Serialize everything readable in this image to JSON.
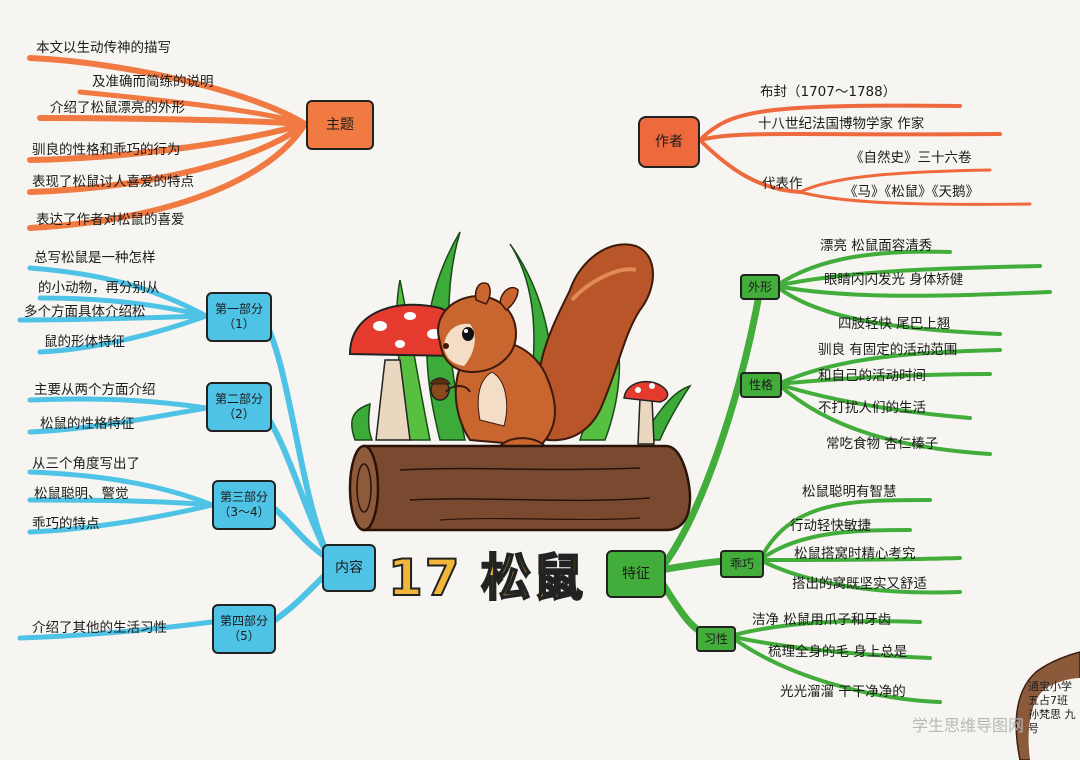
{
  "center_title": "17 松鼠",
  "topic": {
    "label": "主题",
    "items": [
      "本文以生动传神的描写",
      "及准确而简练的说明",
      "介绍了松鼠漂亮的外形",
      "驯良的性格和乖巧的行为",
      "表现了松鼠讨人喜爱的特点",
      "表达了作者对松鼠的喜爱"
    ]
  },
  "author": {
    "label": "作者",
    "name": "布封（1707～1788）",
    "desc": "十八世纪法国博物学家 作家",
    "works_label": "代表作",
    "works": [
      "《自然史》三十六卷",
      "《马》《松鼠》《天鹅》"
    ]
  },
  "content": {
    "label": "内容",
    "parts": [
      {
        "label": "第一部分（1）",
        "items": [
          "总写松鼠是一种怎样",
          "的小动物，再分别从",
          "多个方面具体介绍松",
          "鼠的形体特征"
        ]
      },
      {
        "label": "第二部分（2）",
        "items": [
          "主要从两个方面介绍",
          "松鼠的性格特征"
        ]
      },
      {
        "label": "第三部分（3～4）",
        "items": [
          "从三个角度写出了",
          "松鼠聪明、警觉",
          "乖巧的特点"
        ]
      },
      {
        "label": "第四部分（5）",
        "items": [
          "介绍了其他的生活习性"
        ]
      }
    ]
  },
  "features": {
    "label": "特征",
    "groups": [
      {
        "label": "外形",
        "items": [
          "漂亮 松鼠面容清秀",
          "眼睛闪闪发光 身体矫健",
          "四肢轻快 尾巴上翘"
        ]
      },
      {
        "label": "性格",
        "items": [
          "驯良 有固定的活动范围",
          "和自己的活动时间",
          "不打扰人们的生活",
          "常吃食物 杏仁榛子"
        ]
      },
      {
        "label": "乖巧",
        "items": [
          "松鼠聪明有智慧",
          "行动轻快敏捷",
          "松鼠搭窝时精心考究",
          "搭出的窝既坚实又舒适"
        ]
      },
      {
        "label": "习性",
        "items": [
          "洁净 松鼠用爪子和牙齿",
          "梳理全身的毛 身上总是",
          "光光溜溜 干干净净的"
        ]
      }
    ]
  },
  "school_note": "通宝小学 五占7班 孙梵思 九号",
  "watermark": "学生思维导图网",
  "colors": {
    "topic_branch": "#f07a42",
    "author_branch": "#ee6a3e",
    "content_branch": "#4fc3e6",
    "feature_branch": "#43ad3c",
    "title": "#f2b73a"
  }
}
